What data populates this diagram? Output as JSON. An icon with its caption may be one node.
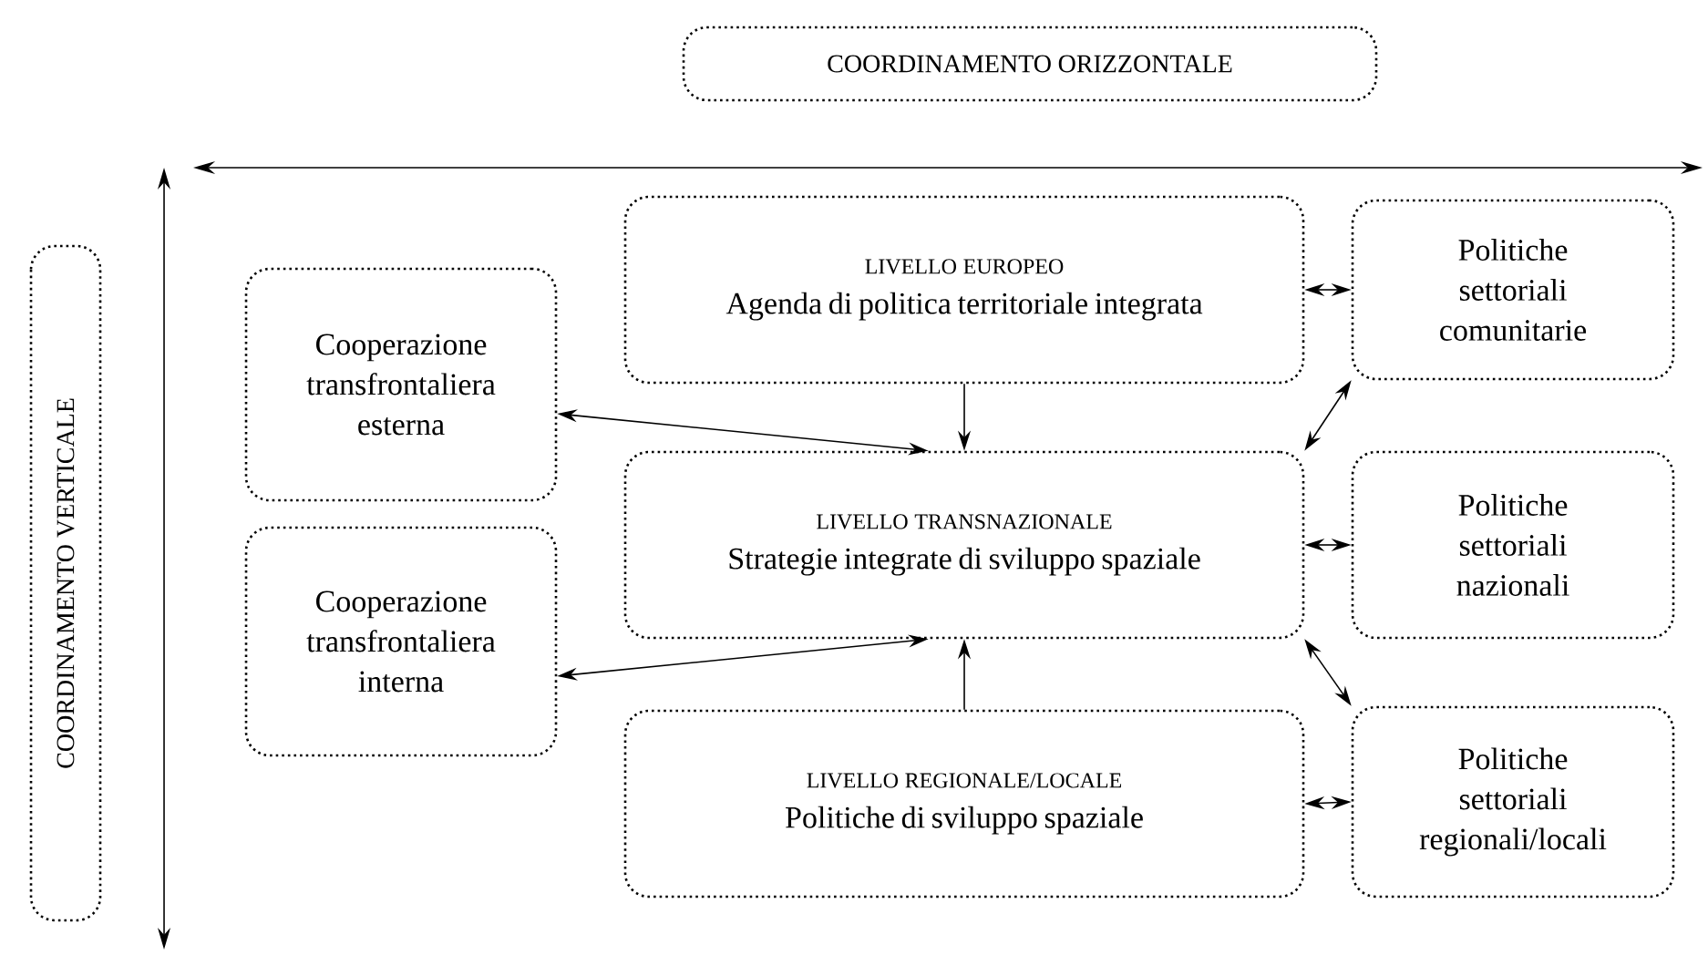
{
  "diagram": {
    "nodes": [
      {
        "text": [
          "COORDINAMENTO ORIZZONTALE"
        ]
      },
      {
        "text": [
          "COORDINAMENTO VERTICALE"
        ]
      },
      {
        "text": [
          "LIVELLO EUROPEO",
          "Agenda di politica territoriale integrata"
        ]
      },
      {
        "text": [
          "Cooperazione transfrontaliera esterna"
        ]
      },
      {
        "text": [
          "Politiche settoriali comunitarie"
        ]
      },
      {
        "text": [
          "LIVELLO TRANSNAZIONALE",
          "Strategie integrate di sviluppo spaziale"
        ]
      },
      {
        "text": [
          "Cooperazione transfrontaliera interna"
        ]
      },
      {
        "text": [
          "Politiche settoriali nazionali"
        ]
      },
      {
        "text": [
          "LIVELLO REGIONALE/LOCALE",
          "Politiche di sviluppo spaziale"
        ]
      },
      {
        "text": [
          "Politiche settoriali regionali/locali"
        ]
      }
    ],
    "edges": [
      {
        "from": 2,
        "to": 5,
        "arrow": "to"
      },
      {
        "from": 8,
        "to": 5,
        "arrow": "to"
      },
      {
        "from": 3,
        "to": 5,
        "arrow": "both"
      },
      {
        "from": 6,
        "to": 5,
        "arrow": "both"
      },
      {
        "from": 2,
        "to": 4,
        "arrow": "both"
      },
      {
        "from": 5,
        "to": 4,
        "arrow": "both"
      },
      {
        "from": 5,
        "to": 7,
        "arrow": "both"
      },
      {
        "from": 5,
        "to": 9,
        "arrow": "both"
      },
      {
        "from": 8,
        "to": 9,
        "arrow": "both"
      }
    ]
  }
}
